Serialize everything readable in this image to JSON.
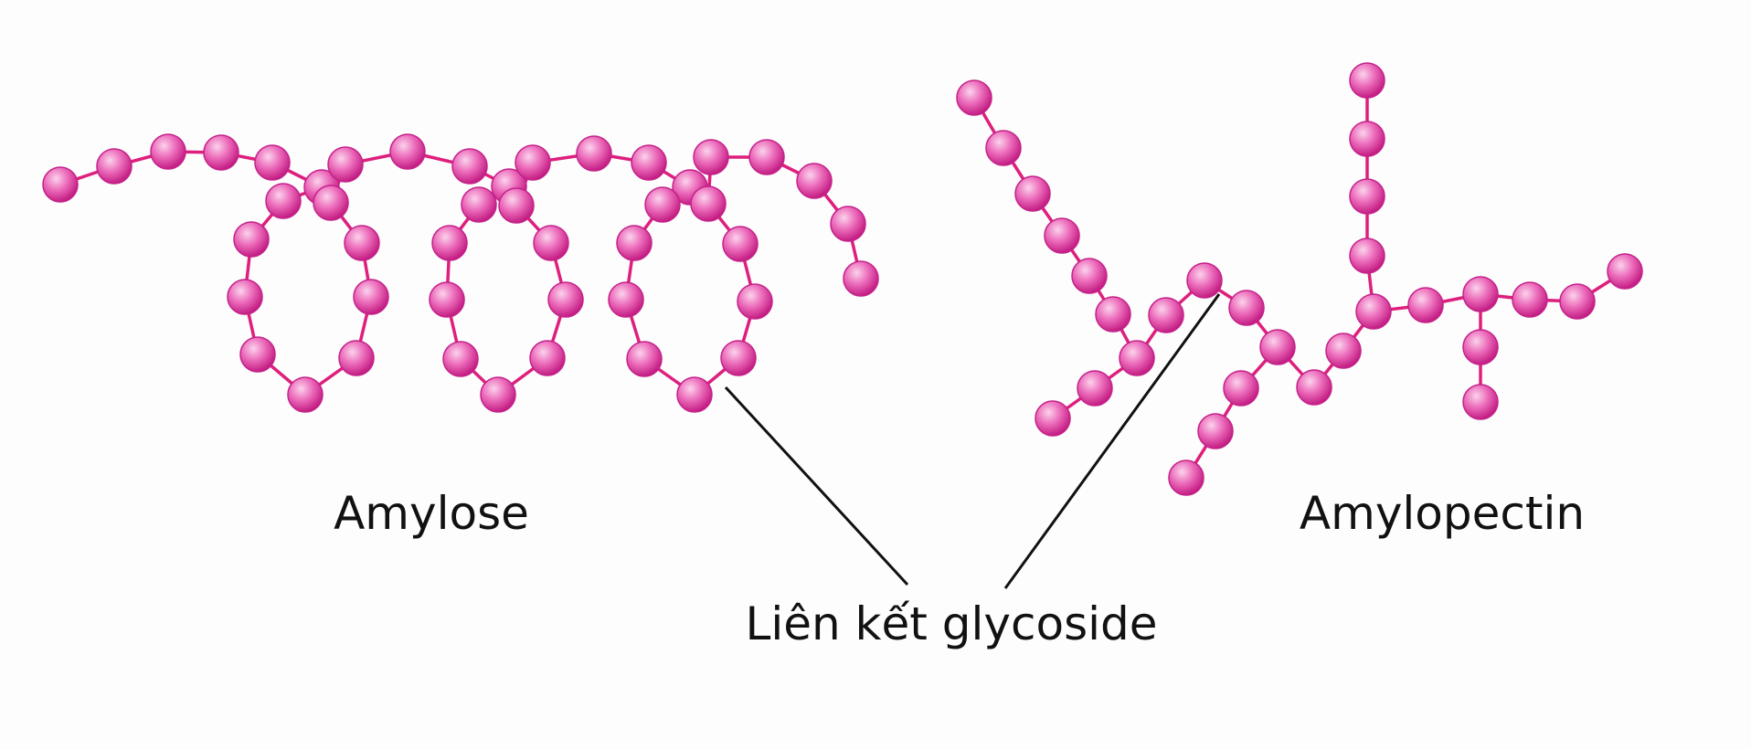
{
  "labels": {
    "amylose": "Amylose",
    "amylopectin": "Amylopectin",
    "glycosidic_bond": "Liên kết glycoside"
  },
  "colors": {
    "bead_light": "#fbd3ec",
    "bead_mid": "#ec6cbb",
    "bead_dark": "#c0177e",
    "bead_stroke": "#c4228a",
    "bond": "#de1f7d",
    "leader_line": "#111111",
    "background": "#fdfdfd"
  }
}
